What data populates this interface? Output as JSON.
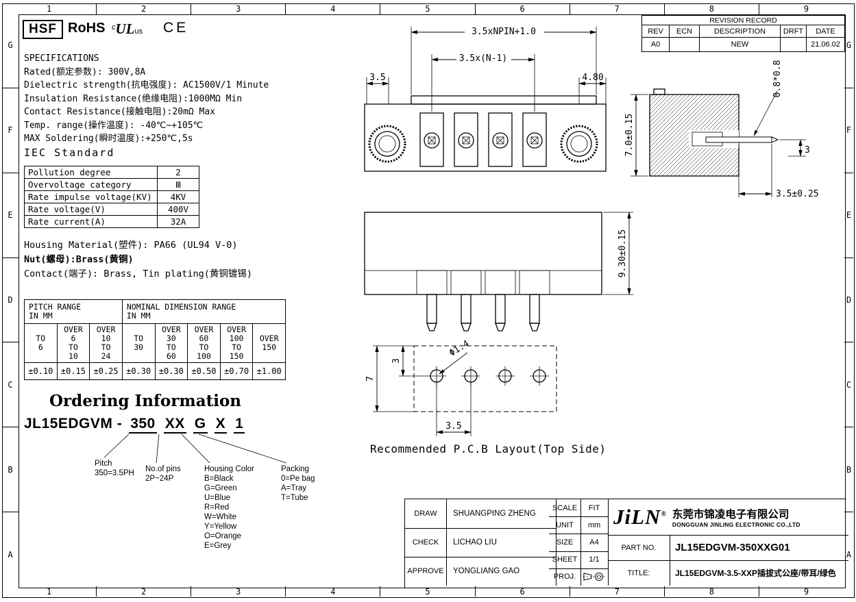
{
  "frame": {
    "col_labels": [
      "1",
      "2",
      "3",
      "4",
      "5",
      "6",
      "7",
      "8",
      "9"
    ],
    "row_labels": [
      "G",
      "F",
      "E",
      "D",
      "C",
      "B",
      "A"
    ]
  },
  "logos": {
    "hsf": "HSF",
    "rohs": "RoHS",
    "ul_c": "c",
    "ul": "UL",
    "ul_us": "us",
    "ce": "CE"
  },
  "specs": {
    "title": "SPECIFICATIONS",
    "lines": [
      "Rated(额定参数): 300V,8A",
      "Dielectric strength(抗电强度): AC1500V/1 Minute",
      "Insulation Resistance(绝缘电阻):1000MΩ Min",
      "Contact Resistance(接触电阻):20mΩ Max",
      "Temp. range(操作温度): -40℃~+105℃",
      "MAX Soldering(瞬时温度):+250℃,5s"
    ],
    "iec_title": "IEC Standard"
  },
  "iec_table": {
    "rows": [
      {
        "label": "Pollution degree",
        "value": "2"
      },
      {
        "label": "Overvoltage category",
        "value": "Ⅲ"
      },
      {
        "label": "Rate impulse voltage(KV)",
        "value": "4KV"
      },
      {
        "label": "Rate voltage(V)",
        "value": "400V"
      },
      {
        "label": "Rate current(A)",
        "value": "32A"
      }
    ]
  },
  "materials": {
    "lines": [
      "Housing Material(塑件): PA66 (UL94 V-0)",
      "Nut(螺母):Brass(黄铜)",
      "Contact(端子): Brass, Tin plating(黄铜镀锡)"
    ]
  },
  "tolerance_table": {
    "pitch_header": "PITCH RANGE\nIN MM",
    "nominal_header": "NOMINAL DIMENSION RANGE\nIN MM",
    "col_headers": [
      "TO\n6",
      "OVER\n6\nTO\n10",
      "OVER\n10\nTO\n24",
      "TO\n30",
      "OVER\n30\nTO\n60",
      "OVER\n60\nTO\n100",
      "OVER\n100\nTO\n150",
      "OVER\n150"
    ],
    "values": [
      "±0.10",
      "±0.15",
      "±0.25",
      "±0.30",
      "±0.30",
      "±0.50",
      "±0.70",
      "±1.00"
    ]
  },
  "ordering": {
    "title": "Ordering Information",
    "prefix": "JL15EDGVM -",
    "segments": [
      "350",
      "XX",
      "G",
      "X",
      "1"
    ],
    "pitch": {
      "label": "Pitch",
      "value": "350=3.5PH"
    },
    "pins": {
      "label": "No.of pins",
      "value": "2P~24P"
    },
    "housing": {
      "label": "Housing Color",
      "options": [
        "B=Black",
        "G=Green",
        "U=Blue",
        "R=Red",
        "W=White",
        "Y=Yellow",
        "O=Orange",
        "E=Grey"
      ]
    },
    "packing": {
      "label": "Packing",
      "options": [
        "0=Pe bag",
        "A=Tray",
        "T=Tube"
      ]
    }
  },
  "drawings": {
    "front": {
      "dim_overall": "3.5xNPIN+1.0",
      "dim_span": "3.5x(N-1)",
      "dim_left": "3.5",
      "dim_right": "4.80"
    },
    "side": {
      "dim_height": "7.0±0.15",
      "dim_pin": "0.8*0.8",
      "dim_len": "3",
      "dim_offset": "3.5±0.25"
    },
    "plan": {
      "dim_height": "9.30±0.15"
    },
    "pcb": {
      "dim_top": "3",
      "dim_height": "7",
      "dim_hole": "Φ1.4",
      "dim_pitch": "3.5",
      "caption": "Recommended P.C.B Layout(Top Side)"
    }
  },
  "revision": {
    "title": "REVISION RECORD",
    "headers": [
      "REV",
      "ECN",
      "DESCRIPTION",
      "DRFT",
      "DATE"
    ],
    "row": [
      "A0",
      "",
      "NEW",
      "",
      "21.06.02"
    ]
  },
  "title_block": {
    "draw_label": "DRAW",
    "draw_name": "SHUANGPING ZHENG",
    "check_label": "CHECK",
    "check_name": "LICHAO LIU",
    "approve_label": "APPROVE",
    "approve_name": "YONGLIANG GAO",
    "scale_label": "SCALE",
    "scale_value": "FIT",
    "unit_label": "UNIT",
    "unit_value": "mm",
    "size_label": "SIZE",
    "size_value": "A4",
    "sheet_label": "SHEET",
    "sheet_value": "1/1",
    "proj_label": "PROJ.",
    "logo": "JiLN",
    "logo_reg": "®",
    "company_cn": "东莞市锦凌电子有限公司",
    "company_en": "DONGGUAN JINLING ELECTRONIC CO.,LTD",
    "part_label": "PART NO.",
    "part_value": "JL15EDGVM-350XXG01",
    "title_label": "TITLE:",
    "title_value": "JL15EDGVM-3.5-XXP插拔式公座/带耳/绿色"
  }
}
